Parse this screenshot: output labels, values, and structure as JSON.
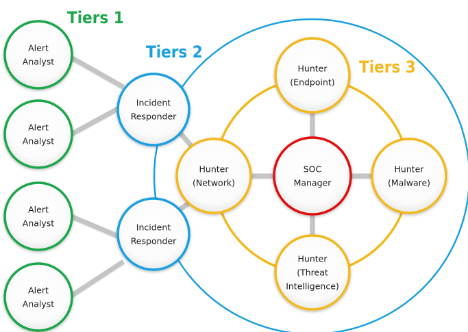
{
  "colors": {
    "tier1": "#1fa64b",
    "tier2": "#1a9fe0",
    "tier3": "#f3b81c",
    "manager": "#e01010",
    "connector": "#c4c4c4"
  },
  "tiers": {
    "tier1": "Tiers 1",
    "tier2": "Tiers 2",
    "tier3": "Tiers 3"
  },
  "tier1_nodes": [
    {
      "lines": [
        "Alert",
        "Analyst"
      ]
    },
    {
      "lines": [
        "Alert",
        "Analyst"
      ]
    },
    {
      "lines": [
        "Alert",
        "Analyst"
      ]
    },
    {
      "lines": [
        "Alert",
        "Analyst"
      ]
    }
  ],
  "tier2_nodes": [
    {
      "lines": [
        "Incident",
        "Responder"
      ]
    },
    {
      "lines": [
        "Incident",
        "Responder"
      ]
    }
  ],
  "tier3_nodes": {
    "endpoint": {
      "lines": [
        "Hunter",
        "(Endpoint)"
      ]
    },
    "network": {
      "lines": [
        "Hunter",
        "(Network)"
      ]
    },
    "malware": {
      "lines": [
        "Hunter",
        "(Malware)"
      ]
    },
    "threat": {
      "lines": [
        "Hunter",
        "(Threat",
        "Intelligence)"
      ]
    }
  },
  "manager": {
    "lines": [
      "SOC",
      "Manager"
    ]
  }
}
